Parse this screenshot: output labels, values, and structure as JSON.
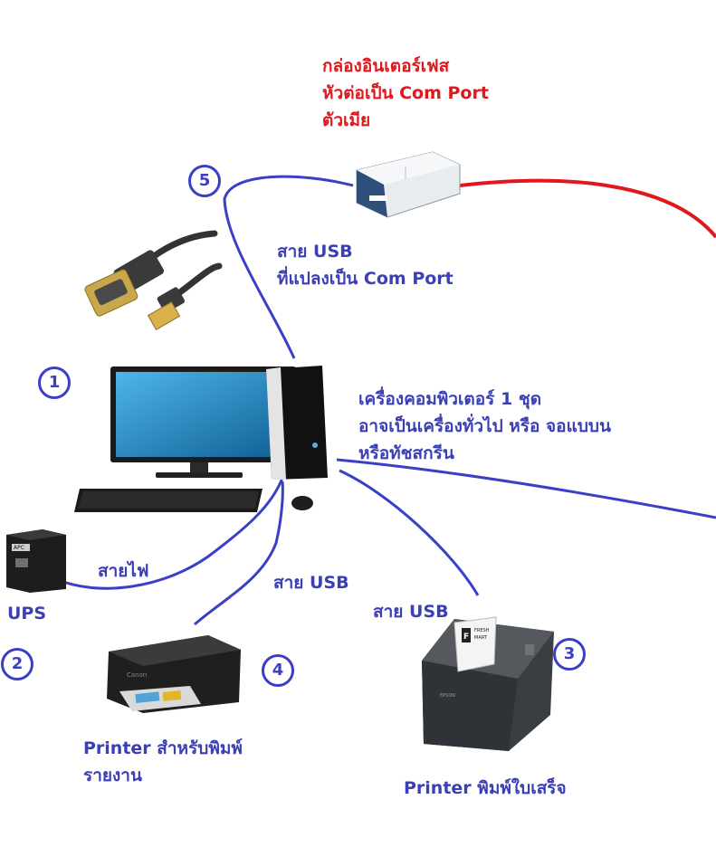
{
  "labels": {
    "interface_box": [
      "กล่องอินเตอร์เฟส",
      "หัวต่อเป็น Com Port",
      "ตัวเมีย"
    ],
    "usb_com": [
      "สาย USB",
      "ที่แปลงเป็น Com Port"
    ],
    "computer": [
      "เครื่องคอมพิวเตอร์ 1 ชุด",
      "อาจเป็นเครื่องทั่วไป หรือ จอแบบน",
      "หรือทัชสกรีน"
    ],
    "power_cable": "สายไฟ",
    "ups": "UPS",
    "usb_left": "สาย USB",
    "usb_right": "สาย USB",
    "report_printer": [
      "Printer สำหรับพิมพ์",
      "รายงาน"
    ],
    "receipt_printer": "Printer พิมพ์ใบเสร็จ"
  },
  "numbers": {
    "n1": "1",
    "n2": "2",
    "n3": "3",
    "n4": "4",
    "n5": "5"
  },
  "device_text": {
    "ups_brand": "APC",
    "receipt_paper": [
      "F",
      "FRESH",
      "MART"
    ],
    "printer_brand": "Canon",
    "epson": "EPSON"
  },
  "colors": {
    "blue_wire": "#3a3fc8",
    "red_wire": "#e0181c",
    "label_blue": "#3b3fb6",
    "label_red": "#e0181c"
  }
}
